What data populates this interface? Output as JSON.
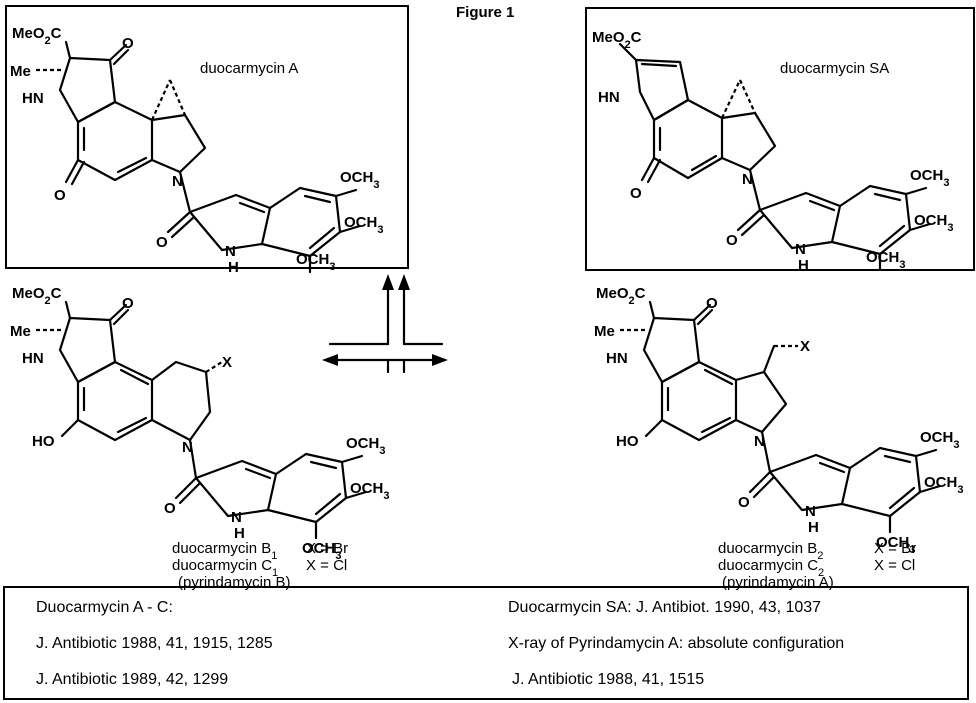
{
  "figure_title": "Figure 1",
  "compounds": {
    "duo_a": {
      "name": "duocarmycin A",
      "labels": [
        "MeO2C",
        "Me",
        "HN",
        "O",
        "O",
        "N",
        "O",
        "N",
        "H",
        "OCH3",
        "OCH3",
        "OCH3"
      ]
    },
    "duo_sa": {
      "name": "duocarmycin SA",
      "labels": [
        "MeO2C",
        "HN",
        "O",
        "N",
        "O",
        "N",
        "H",
        "OCH3",
        "OCH3",
        "OCH3"
      ]
    },
    "duo_b1": {
      "labels": [
        "MeO2C",
        "Me",
        "HN",
        "O",
        "X",
        "HO",
        "N",
        "O",
        "N",
        "H",
        "OCH3",
        "OCH3",
        "OCH3"
      ],
      "lines": [
        {
          "name": "duocarmycin B1",
          "sub": "X = Br"
        },
        {
          "name": "duocarmycin C1",
          "sub": "X = Cl"
        },
        {
          "name": "(pyrindamycin B)",
          "sub": ""
        }
      ]
    },
    "duo_b2": {
      "labels": [
        "MeO2C",
        "Me",
        "HN",
        "O",
        "X",
        "HO",
        "N",
        "O",
        "N",
        "H",
        "OCH3",
        "OCH3",
        "OCH3"
      ],
      "lines": [
        {
          "name": "duocarmycin B2",
          "sub": "X = Br"
        },
        {
          "name": "duocarmycin C2",
          "sub": "X = Cl"
        },
        {
          "name": "(pyrindamycin A)",
          "sub": ""
        }
      ]
    }
  },
  "references": {
    "left": [
      "Duocarmycin A - C:",
      "J. Antibiotic 1988, 41, 1915, 1285",
      "J. Antibiotic 1989, 42, 1299"
    ],
    "right": [
      "Duocarmycin SA: J. Antibiot. 1990, 43, 1037",
      "X-ray of Pyrindamycin A: absolute configuration",
      "J. Antibiotic 1988, 41, 1515"
    ]
  }
}
